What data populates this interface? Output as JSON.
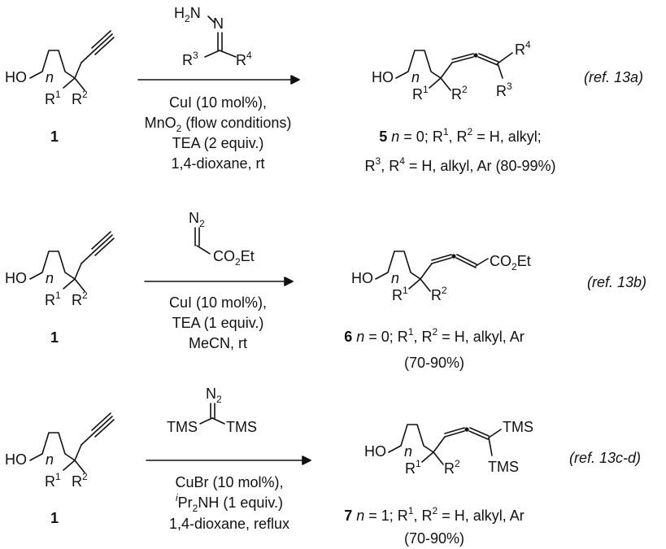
{
  "schemes": [
    {
      "reactant": {
        "ho": "HO",
        "n": "n",
        "r1": "1",
        "r2": "2",
        "number": "1"
      },
      "reagent": {
        "h2n": "H2N",
        "n": "N",
        "r3": "3",
        "r4": "4"
      },
      "conditions": [
        "CuI (10 mol%),",
        "MnO2 (flow conditions)",
        "TEA (2 equiv.)",
        "1,4-dioxane, rt"
      ],
      "product": {
        "ho": "HO",
        "n": "n",
        "r4": "4",
        "r3": "3",
        "number": "5",
        "desc_line1": "n = 0; R1, R2 = H, alkyl;",
        "desc_line2": "R3, R4 = H, alkyl, Ar (80-99%)"
      },
      "ref": "(ref. 13a)"
    },
    {
      "reactant": {
        "ho": "HO",
        "n": "n",
        "r1": "1",
        "r2": "2",
        "number": "1"
      },
      "reagent": {
        "n2": "N2",
        "co2et": "CO2Et"
      },
      "conditions": [
        "CuI (10 mol%),",
        "TEA (1 equiv.)",
        "MeCN, rt"
      ],
      "product": {
        "ho": "HO",
        "n": "n",
        "co2et": "CO2Et",
        "number": "6",
        "desc_line1": "n = 0; R1, R2 = H, alkyl, Ar",
        "desc_line2": "(70-90%)"
      },
      "ref": "(ref. 13b)"
    },
    {
      "reactant": {
        "ho": "HO",
        "n": "n",
        "r1": "1",
        "r2": "2",
        "number": "1"
      },
      "reagent": {
        "n2": "N2",
        "tms_left": "TMS",
        "tms_right": "TMS"
      },
      "conditions": [
        "CuBr (10 mol%),",
        "iPr2NH (1 equiv.)",
        "1,4-dioxane, reflux"
      ],
      "product": {
        "ho": "HO",
        "n": "n",
        "tms_top": "TMS",
        "tms_bottom": "TMS",
        "number": "7",
        "desc_line1": "n = 1; R1, R2 = H, alkyl, Ar",
        "desc_line2": "(70-90%)"
      },
      "ref": "(ref. 13c-d)"
    }
  ]
}
